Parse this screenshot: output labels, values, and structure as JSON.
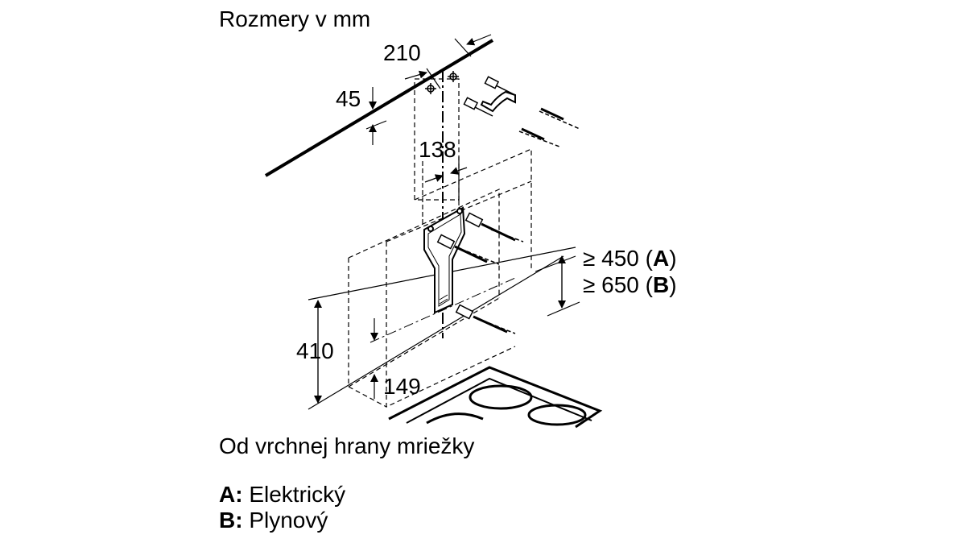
{
  "heading": "Rozmery v mm",
  "dimensions": {
    "d210": "210",
    "d45": "45",
    "d138": "138",
    "d410": "410",
    "d149": "149",
    "clearance_a_prefix": "≥ 450 (",
    "clearance_a_letter": "A",
    "clearance_a_suffix": ")",
    "clearance_b_prefix": "≥ 650 (",
    "clearance_b_letter": "B",
    "clearance_b_suffix": ")"
  },
  "note": "Od vrchnej hrany mriežky",
  "legend": [
    {
      "key": "A:",
      "label": "Elektrický"
    },
    {
      "key": "B:",
      "label": "Plynový"
    }
  ],
  "colors": {
    "line": "#000000",
    "background": "#ffffff"
  }
}
